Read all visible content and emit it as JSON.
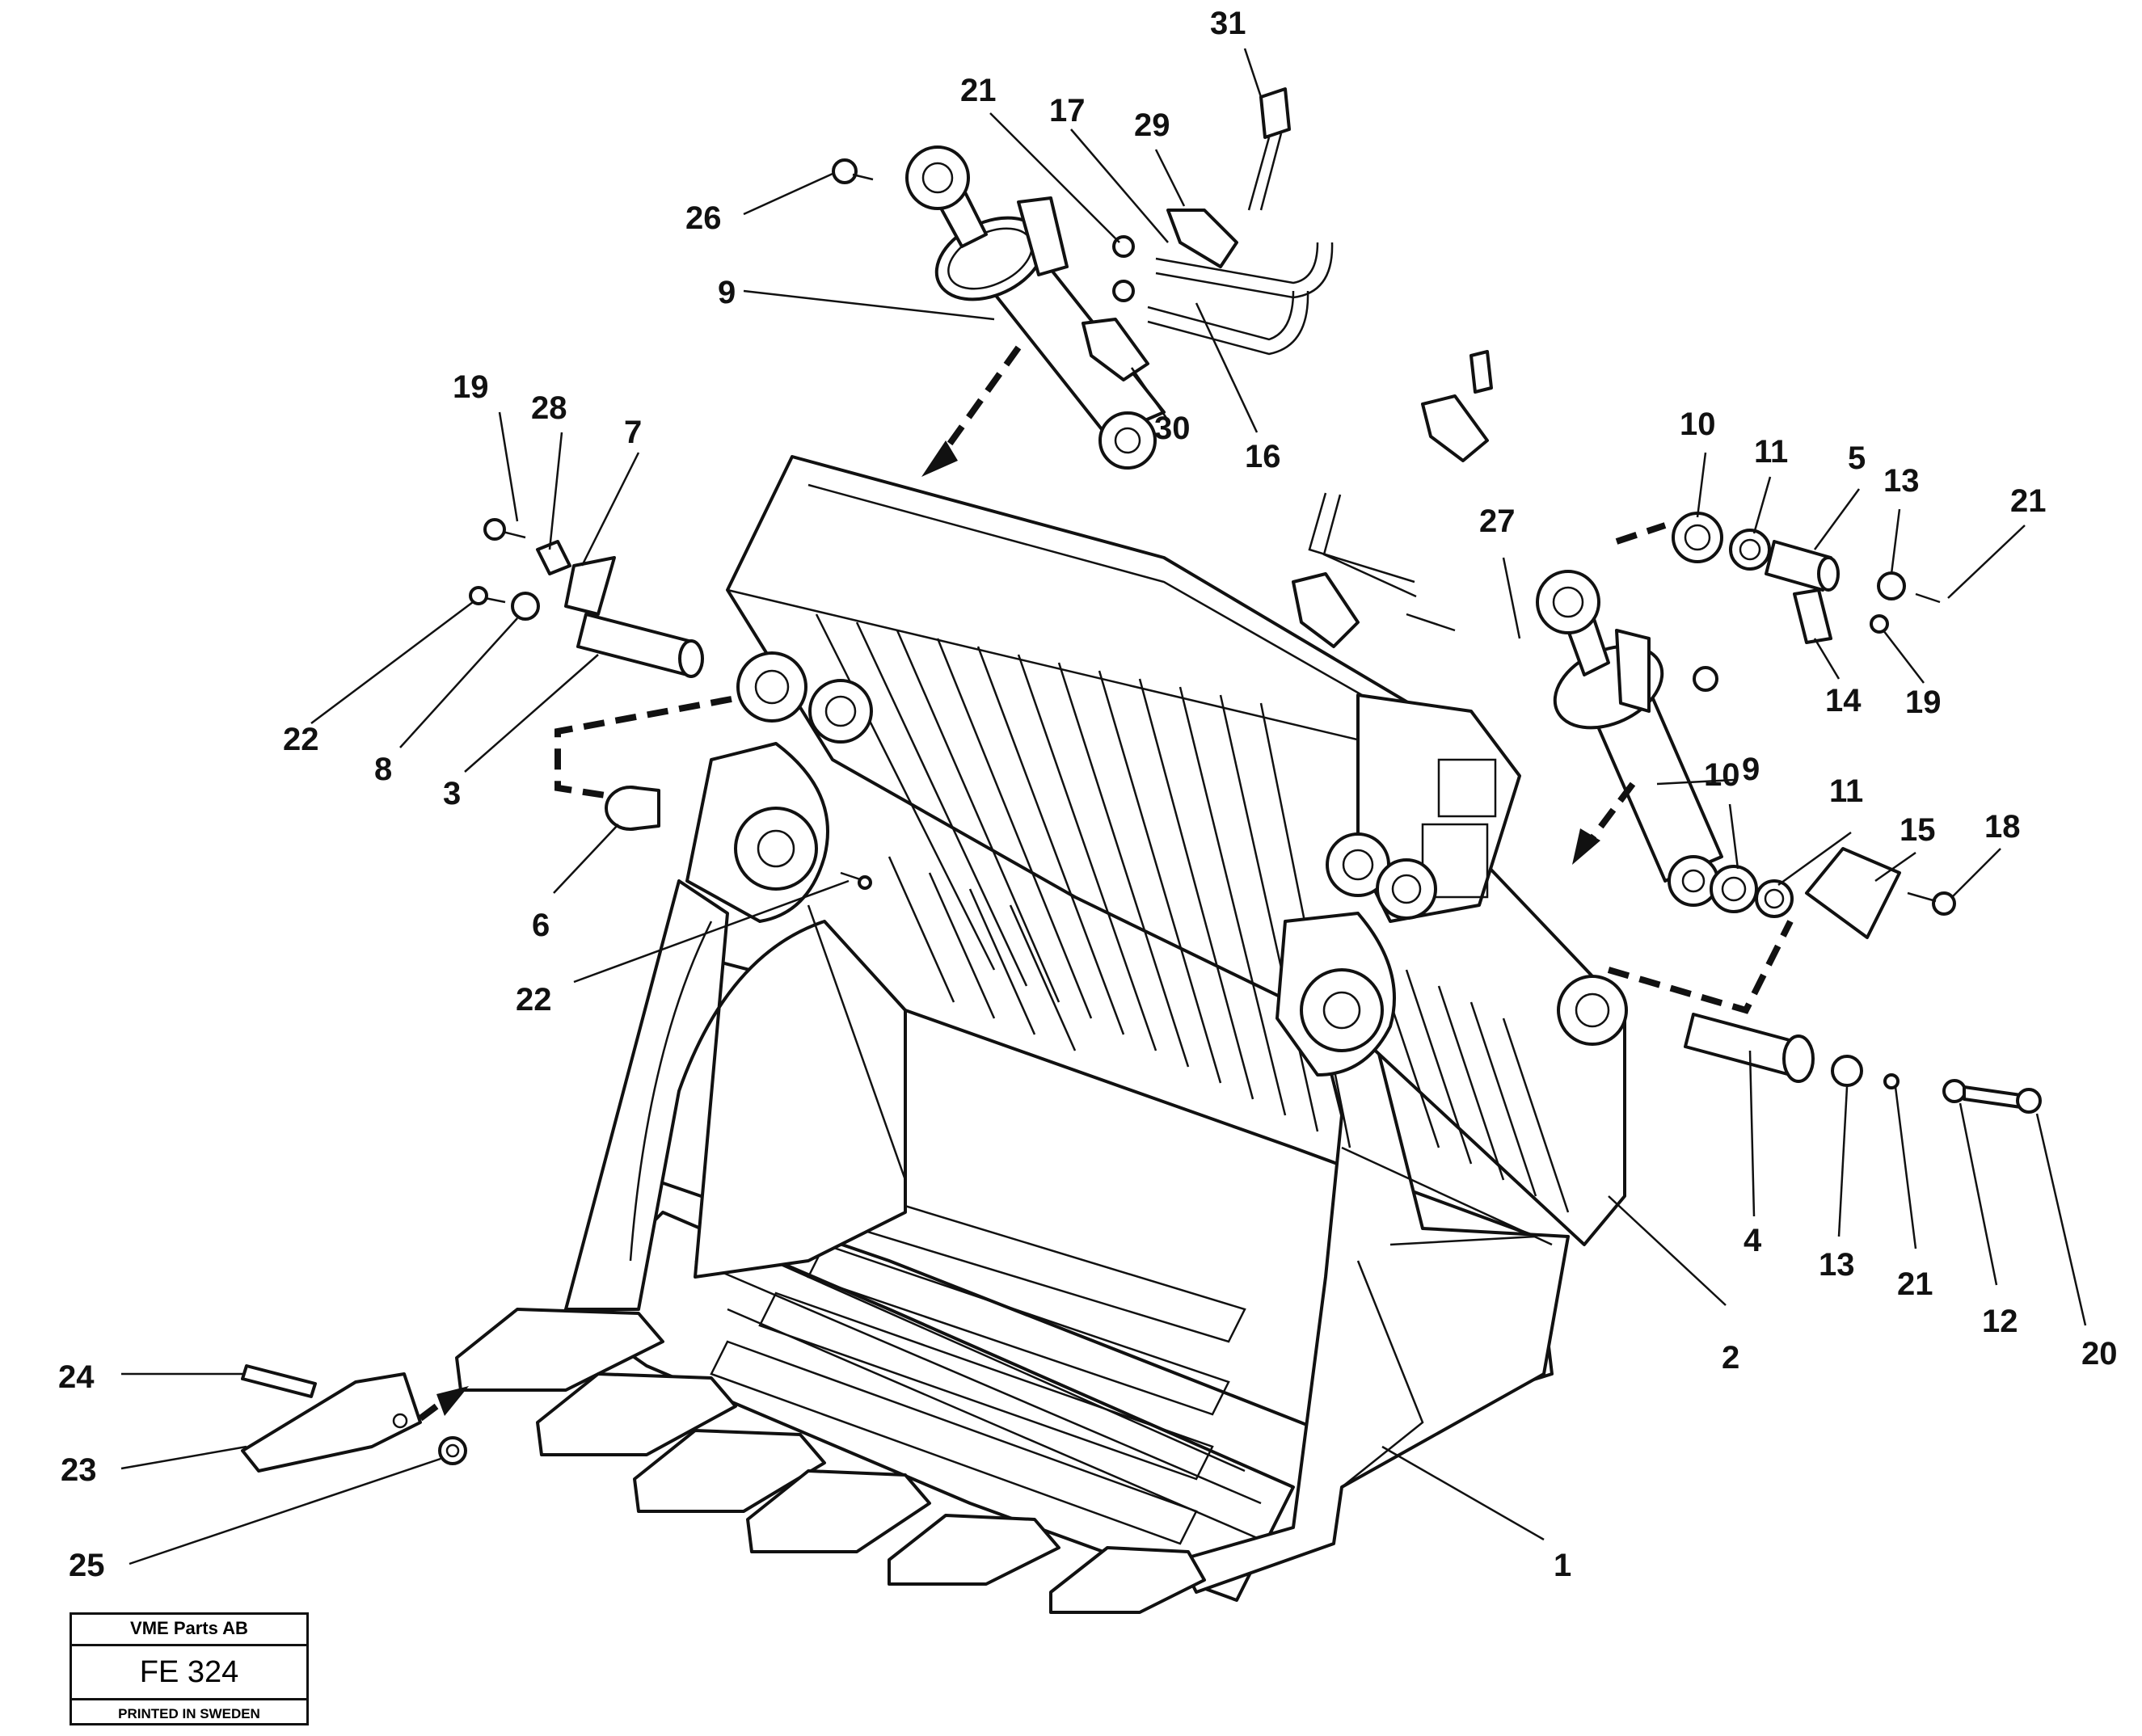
{
  "title_block": {
    "company": "VME Parts AB",
    "code": "FE 324",
    "footer": "PRINTED IN SWEDEN"
  },
  "callouts": [
    {
      "id": "31",
      "text": "31"
    },
    {
      "id": "21a",
      "text": "21"
    },
    {
      "id": "17",
      "text": "17"
    },
    {
      "id": "29",
      "text": "29"
    },
    {
      "id": "26",
      "text": "26"
    },
    {
      "id": "9a",
      "text": "9"
    },
    {
      "id": "30",
      "text": "30"
    },
    {
      "id": "16",
      "text": "16"
    },
    {
      "id": "19a",
      "text": "19"
    },
    {
      "id": "28",
      "text": "28"
    },
    {
      "id": "7",
      "text": "7"
    },
    {
      "id": "22a",
      "text": "22"
    },
    {
      "id": "8",
      "text": "8"
    },
    {
      "id": "3",
      "text": "3"
    },
    {
      "id": "6",
      "text": "6"
    },
    {
      "id": "22b",
      "text": "22"
    },
    {
      "id": "10a",
      "text": "10"
    },
    {
      "id": "11a",
      "text": "11"
    },
    {
      "id": "5",
      "text": "5"
    },
    {
      "id": "13a",
      "text": "13"
    },
    {
      "id": "21b",
      "text": "21"
    },
    {
      "id": "27",
      "text": "27"
    },
    {
      "id": "14",
      "text": "14"
    },
    {
      "id": "19b",
      "text": "19"
    },
    {
      "id": "9b",
      "text": "9"
    },
    {
      "id": "10b",
      "text": "10"
    },
    {
      "id": "11b",
      "text": "11"
    },
    {
      "id": "15",
      "text": "15"
    },
    {
      "id": "18",
      "text": "18"
    },
    {
      "id": "4",
      "text": "4"
    },
    {
      "id": "13b",
      "text": "13"
    },
    {
      "id": "21c",
      "text": "21"
    },
    {
      "id": "12",
      "text": "12"
    },
    {
      "id": "20",
      "text": "20"
    },
    {
      "id": "2",
      "text": "2"
    },
    {
      "id": "1",
      "text": "1"
    },
    {
      "id": "24",
      "text": "24"
    },
    {
      "id": "23",
      "text": "23"
    },
    {
      "id": "25",
      "text": "25"
    }
  ]
}
